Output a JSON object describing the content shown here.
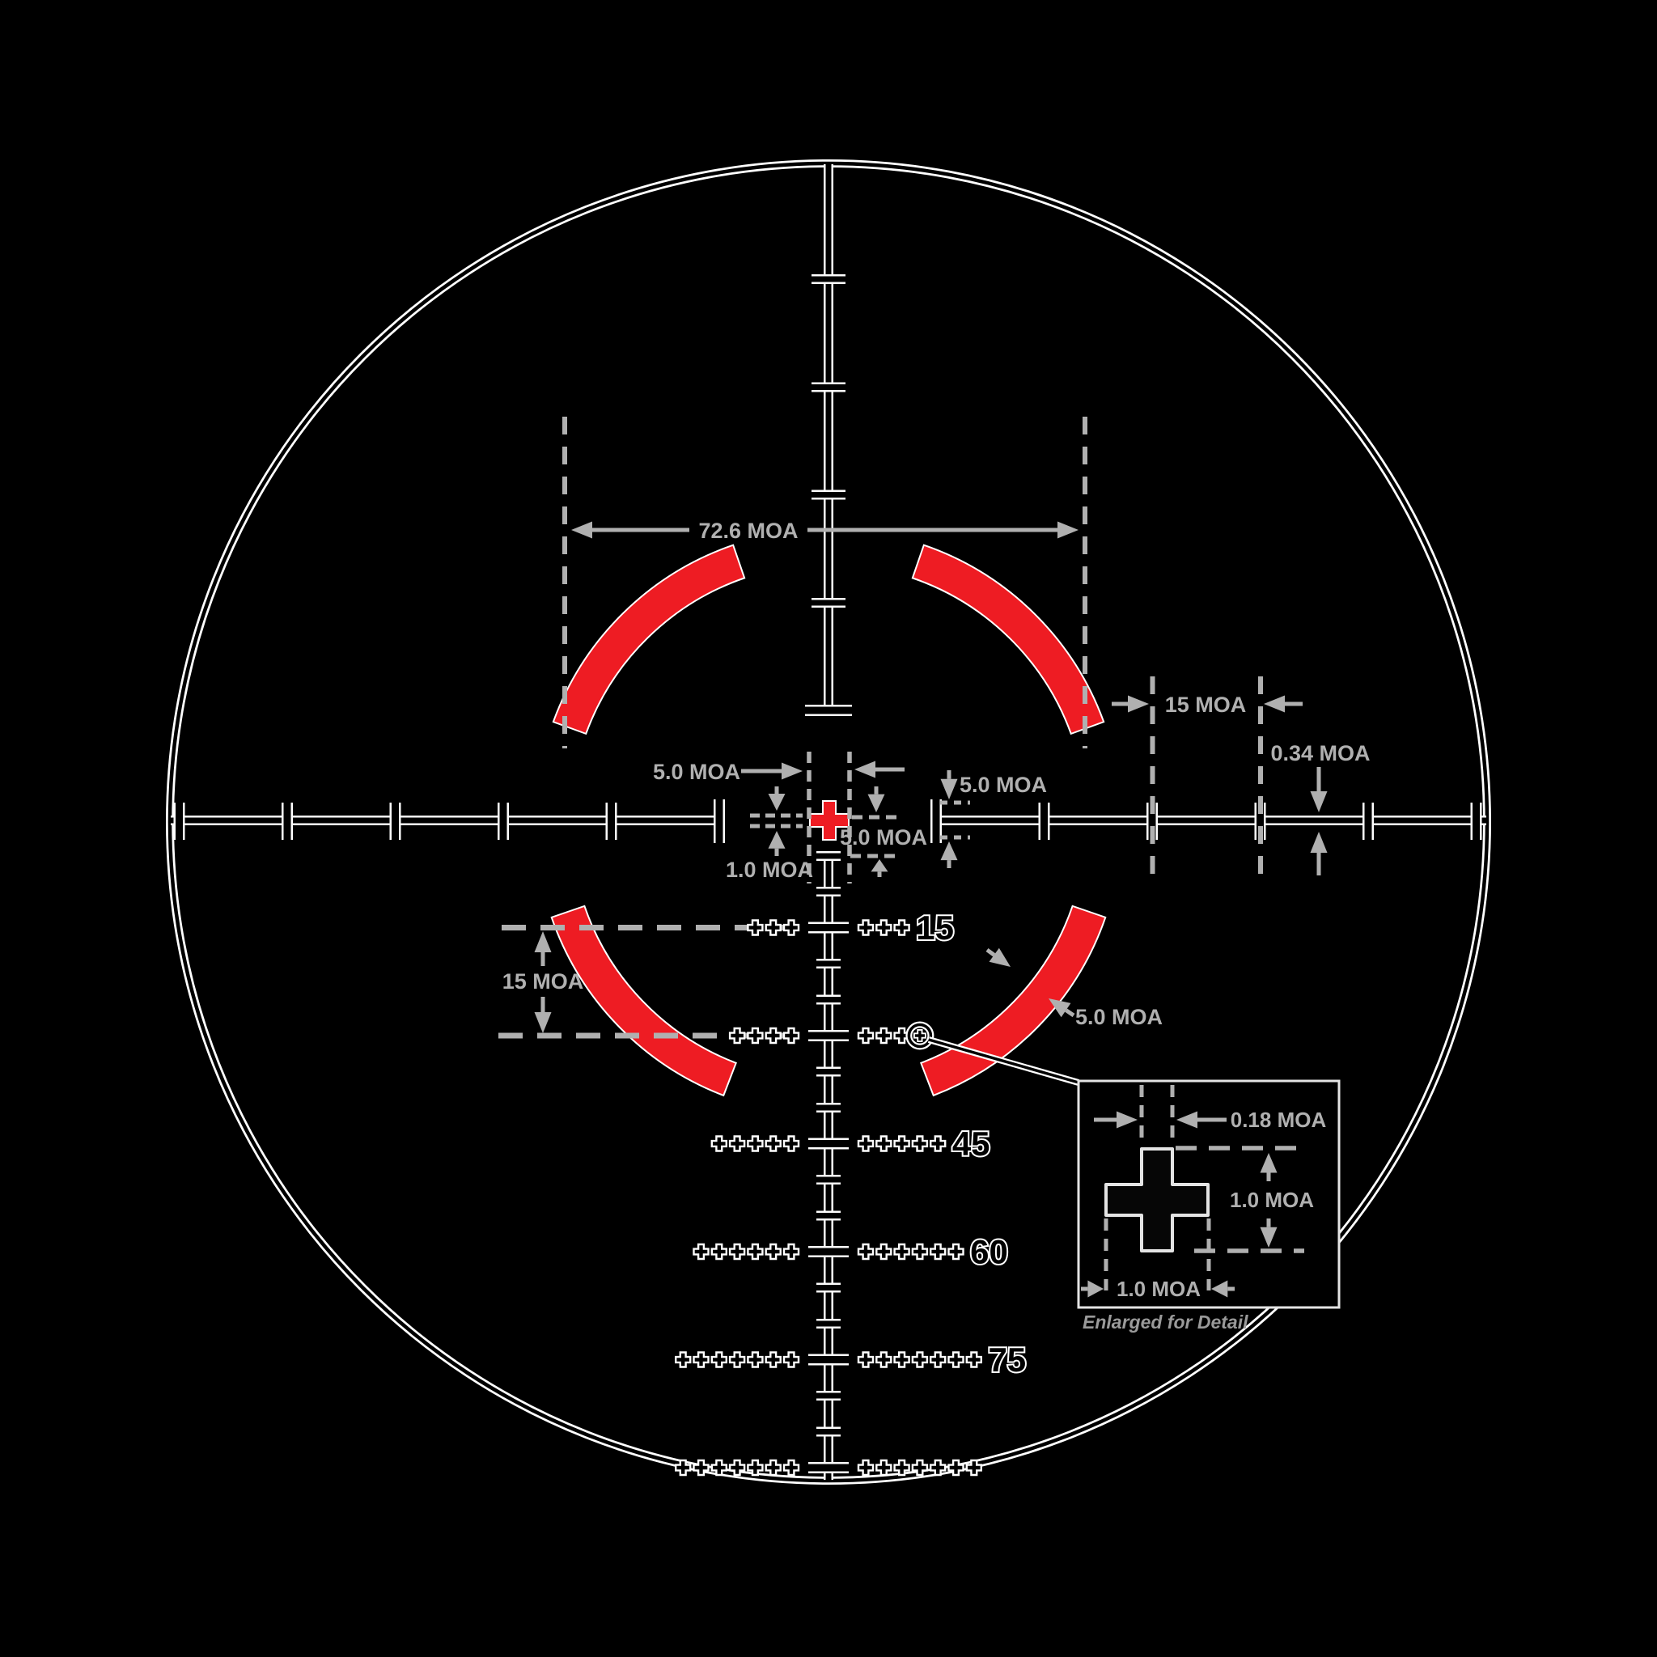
{
  "title": "Riflescope reticle subtension diagram",
  "colors": {
    "background": "#000000",
    "reticle_red": "#ee1c23",
    "annotation_gray": "#b0b0b0",
    "reticle_line": "#000000",
    "reticle_outline": "#ffffff"
  },
  "annotations": {
    "top_width": "72.6 MOA",
    "right_tick_spacing": "15 MOA",
    "line_thickness": "0.34 MOA",
    "center_gap_left": "5.0 MOA",
    "center_gap_below": "5.0 MOA",
    "center_dot_offset": "1.0 MOA",
    "bracket_height": "5.0 MOA",
    "lower_row_spacing": "15 MOA",
    "arc_thickness": "5.0 MOA",
    "inset_post_width": "0.18 MOA",
    "inset_cross_height": "1.0 MOA",
    "inset_cross_width": "1.0 MOA",
    "inset_caption": "Enlarged for Detail"
  },
  "holdover_rows": [
    {
      "label": "15",
      "marks_per_side": 3,
      "circled_mark": false
    },
    {
      "label": "",
      "marks_per_side": 4,
      "circled_mark": true
    },
    {
      "label": "45",
      "marks_per_side": 5,
      "circled_mark": false
    },
    {
      "label": "60",
      "marks_per_side": 6,
      "circled_mark": false
    },
    {
      "label": "75",
      "marks_per_side": 7,
      "circled_mark": false
    },
    {
      "label": "",
      "marks_per_side": 7,
      "circled_mark": false
    }
  ]
}
